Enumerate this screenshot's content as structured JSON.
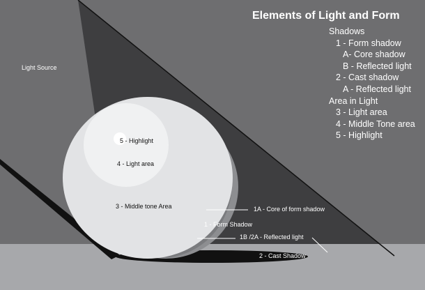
{
  "title": "Elements of Light and Form",
  "light_source_label": "Light Source",
  "legend": [
    {
      "text": "Shadows",
      "level": 0
    },
    {
      "text": "1 - Form shadow",
      "level": 1
    },
    {
      "text": "A- Core shadow",
      "level": 2
    },
    {
      "text": "B - Reflected light",
      "level": 2
    },
    {
      "text": "2 - Cast shadow",
      "level": 1
    },
    {
      "text": "A - Reflected light",
      "level": 2
    },
    {
      "text": "Area in Light",
      "level": 0
    },
    {
      "text": "3 - Light area",
      "level": 1
    },
    {
      "text": "4 - Middle Tone area",
      "level": 1
    },
    {
      "text": "5 - Highlight",
      "level": 1
    }
  ],
  "annotations": {
    "highlight": "5 - Highlight",
    "light_area": "4 - Light area",
    "middle_tone": "3 - Middle tone Area",
    "core_shadow": "1A - Core of form shadow",
    "form_shadow": "1 - Form Shadow",
    "reflected_light": "1B /2A  - Reflected light",
    "cast_shadow": "2 - Cast Shadow"
  },
  "colors": {
    "background": "#6e6e70",
    "ground": "#a7a8ab",
    "cast_shadow_region": "#3e3e40",
    "sphere_middle_tone": "#e2e3e5",
    "sphere_light_area": "#f0f1f2",
    "highlight": "#ffffff",
    "form_shadow": "#8d8e91",
    "core_shadow": "#7a7b7e",
    "cast_shadow": "#111111",
    "text": "#ffffff"
  }
}
